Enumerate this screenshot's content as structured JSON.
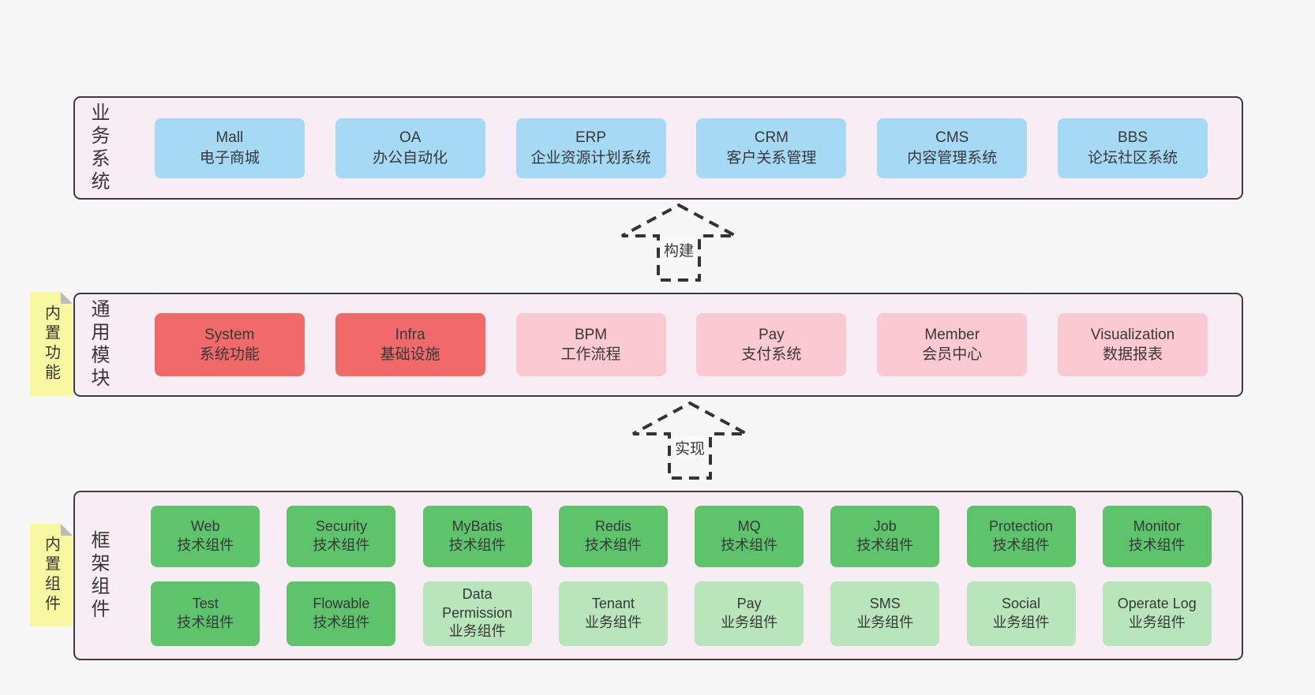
{
  "colors": {
    "page_bg": "#f7f7f7",
    "container_bg": "#f8ecf5",
    "border": "#3d3d3d",
    "text": "#383838",
    "arrow": "#333333",
    "note_bg": "#f8f8a0",
    "fold": "#bcbcbc",
    "blue": "#a6daf4",
    "red": "#f06a6a",
    "pink": "#fbc9d2",
    "green": "#5ec46c",
    "lightgreen": "#b9e5bb"
  },
  "arrows": [
    {
      "label": "构建"
    },
    {
      "label": "实现"
    }
  ],
  "layers": [
    {
      "title": "业务系统",
      "note": "",
      "rows": [
        [
          {
            "title": "Mall",
            "subtitle": "电子商城",
            "type": "blue"
          },
          {
            "title": "OA",
            "subtitle": "办公自动化",
            "type": "blue"
          },
          {
            "title": "ERP",
            "subtitle": "企业资源计划系统",
            "type": "blue"
          },
          {
            "title": "CRM",
            "subtitle": "客户关系管理",
            "type": "blue"
          },
          {
            "title": "CMS",
            "subtitle": "内容管理系统",
            "type": "blue"
          },
          {
            "title": "BBS",
            "subtitle": "论坛社区系统",
            "type": "blue"
          }
        ]
      ]
    },
    {
      "title": "通用模块",
      "note": "内置功能",
      "rows": [
        [
          {
            "title": "System",
            "subtitle": "系统功能",
            "type": "red"
          },
          {
            "title": "Infra",
            "subtitle": "基础设施",
            "type": "red"
          },
          {
            "title": "BPM",
            "subtitle": "工作流程",
            "type": "pink"
          },
          {
            "title": "Pay",
            "subtitle": "支付系统",
            "type": "pink"
          },
          {
            "title": "Member",
            "subtitle": "会员中心",
            "type": "pink"
          },
          {
            "title": "Visualization",
            "subtitle": "数据报表",
            "type": "pink"
          }
        ]
      ]
    },
    {
      "title": "框架组件",
      "note": "内置组件",
      "rows": [
        [
          {
            "title": "Web",
            "subtitle": "技术组件",
            "type": "green"
          },
          {
            "title": "Security",
            "subtitle": "技术组件",
            "type": "green"
          },
          {
            "title": "MyBatis",
            "subtitle": "技术组件",
            "type": "green"
          },
          {
            "title": "Redis",
            "subtitle": "技术组件",
            "type": "green"
          },
          {
            "title": "MQ",
            "subtitle": "技术组件",
            "type": "green"
          },
          {
            "title": "Job",
            "subtitle": "技术组件",
            "type": "green"
          },
          {
            "title": "Protection",
            "subtitle": "技术组件",
            "type": "green"
          },
          {
            "title": "Monitor",
            "subtitle": "技术组件",
            "type": "green"
          }
        ],
        [
          {
            "title": "Test",
            "subtitle": "技术组件",
            "type": "green"
          },
          {
            "title": "Flowable",
            "subtitle": "技术组件",
            "type": "green"
          },
          {
            "title": "Data Permission",
            "subtitle": "业务组件",
            "type": "lightgreen"
          },
          {
            "title": "Tenant",
            "subtitle": "业务组件",
            "type": "lightgreen"
          },
          {
            "title": "Pay",
            "subtitle": "业务组件",
            "type": "lightgreen"
          },
          {
            "title": "SMS",
            "subtitle": "业务组件",
            "type": "lightgreen"
          },
          {
            "title": "Social",
            "subtitle": "业务组件",
            "type": "lightgreen"
          },
          {
            "title": "Operate Log",
            "subtitle": "业务组件",
            "type": "lightgreen"
          }
        ]
      ]
    }
  ]
}
